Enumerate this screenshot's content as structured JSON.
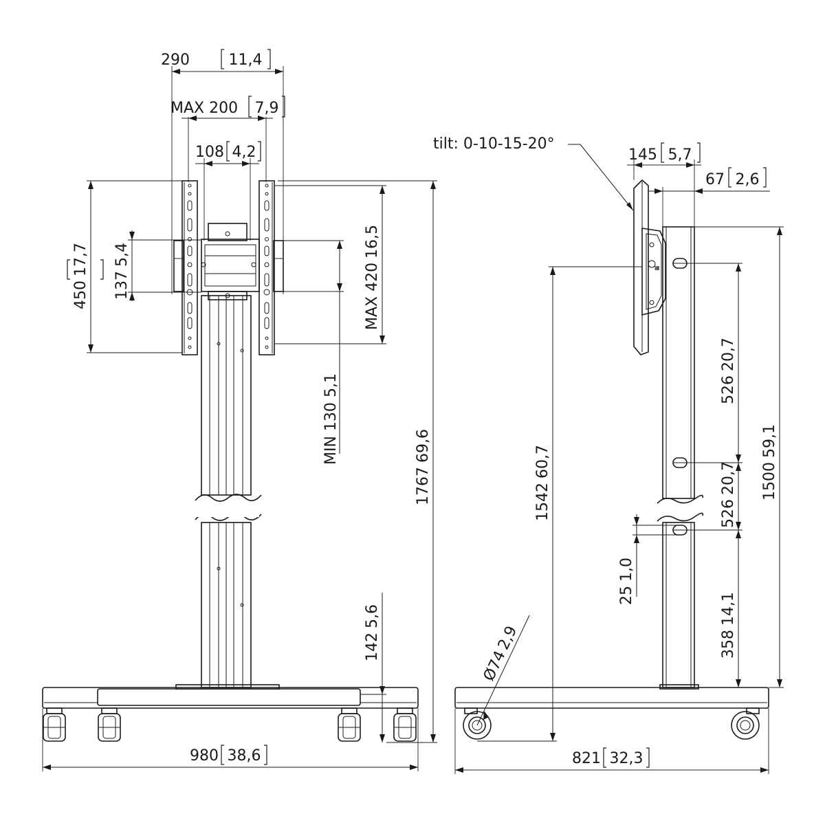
{
  "front_view": {
    "dims": {
      "width_290": {
        "value": "290",
        "inch": "11,4"
      },
      "max_200": {
        "value": "MAX 200",
        "inch": "7,9"
      },
      "w_108": {
        "value": "108",
        "inch": "4,2"
      },
      "h_450": {
        "value": "450",
        "inch": "17,7"
      },
      "h_137": {
        "value": "137",
        "inch": "5,4"
      },
      "max_420": {
        "value": "MAX 420",
        "inch": "16,5"
      },
      "min_130": {
        "value": "MIN 130",
        "inch": "5,1"
      },
      "h_1767": {
        "value": "1767",
        "inch": "69,6"
      },
      "h_142": {
        "value": "142",
        "inch": "5,6"
      },
      "w_980": {
        "value": "980",
        "inch": "38,6"
      }
    }
  },
  "side_view": {
    "tilt": "tilt: 0-10-15-20°",
    "dims": {
      "w_145": {
        "value": "145",
        "inch": "5,7"
      },
      "w_67": {
        "value": "67",
        "inch": "2,6"
      },
      "h_526a": {
        "value": "526",
        "inch": "20,7"
      },
      "h_526b": {
        "value": "526",
        "inch": "20,7"
      },
      "h_1500": {
        "value": "1500",
        "inch": "59,1"
      },
      "h_1542": {
        "value": "1542",
        "inch": "60,7"
      },
      "h_25": {
        "value": "25",
        "inch": "1,0"
      },
      "h_358": {
        "value": "358",
        "inch": "14,1"
      },
      "d_74": {
        "value": "Ø74",
        "inch": "2,9"
      },
      "w_821": {
        "value": "821",
        "inch": "32,3"
      }
    }
  }
}
